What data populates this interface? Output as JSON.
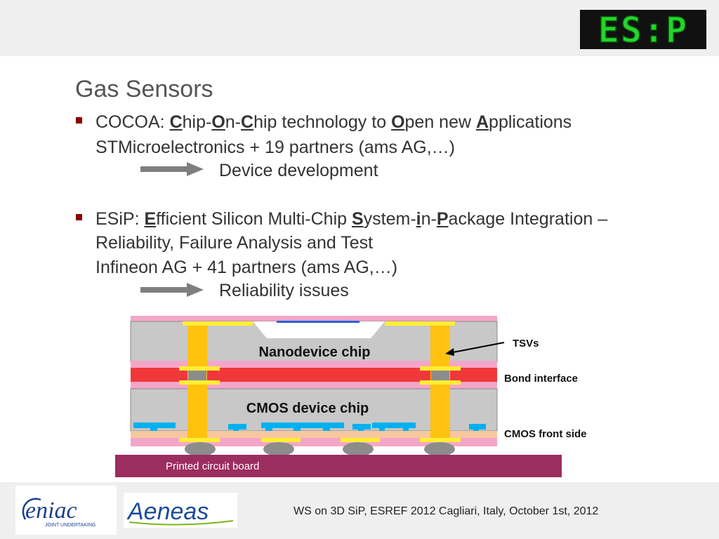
{
  "header": {
    "logo_text": "ES:P"
  },
  "slide": {
    "title": "Gas Sensors",
    "bullet1": {
      "prefix": "COCOA: ",
      "seg": [
        "C",
        "hip-",
        "O",
        "n-",
        "C",
        "hip technology to ",
        "O",
        "pen new ",
        "A",
        "pplications"
      ],
      "line2": "STMicroelectronics + 19 partners (ams AG,…)",
      "line3": "Device development"
    },
    "bullet2": {
      "prefix": "ESiP: ",
      "seg": [
        "E",
        "fficient Silicon Multi-Chip ",
        "S",
        "ystem-",
        "i",
        "n-",
        "P",
        "ackage Integration –"
      ],
      "line2": "Reliability, Failure Analysis and Test",
      "line3": "Infineon AG + 41 partners (ams AG,…)",
      "line4": "Reliability issues"
    }
  },
  "diagram": {
    "nanodevice_label": "Nanodevice chip",
    "cmos_label": "CMOS device chip",
    "pcb_label": "Printed circuit board",
    "tsvs_label": "TSVs",
    "bond_label": "Bond interface",
    "front_label": "CMOS front side",
    "colors": {
      "pink": "#f4a6c8",
      "chip": "#c8c8c8",
      "bond": "#f0383b",
      "tsv": "#ffc20e",
      "metal": "#00b0f0",
      "peach": "#f7c8a0",
      "pcb": "#9b2d5f"
    }
  },
  "footer": {
    "eniac_main": "eniac",
    "eniac_sub": "JOINT UNDERTAKING",
    "aeneas": "Aeneas",
    "text": "WS on 3D SiP, ESREF 2012 Cagliari, Italy,  October 1st, 2012"
  }
}
